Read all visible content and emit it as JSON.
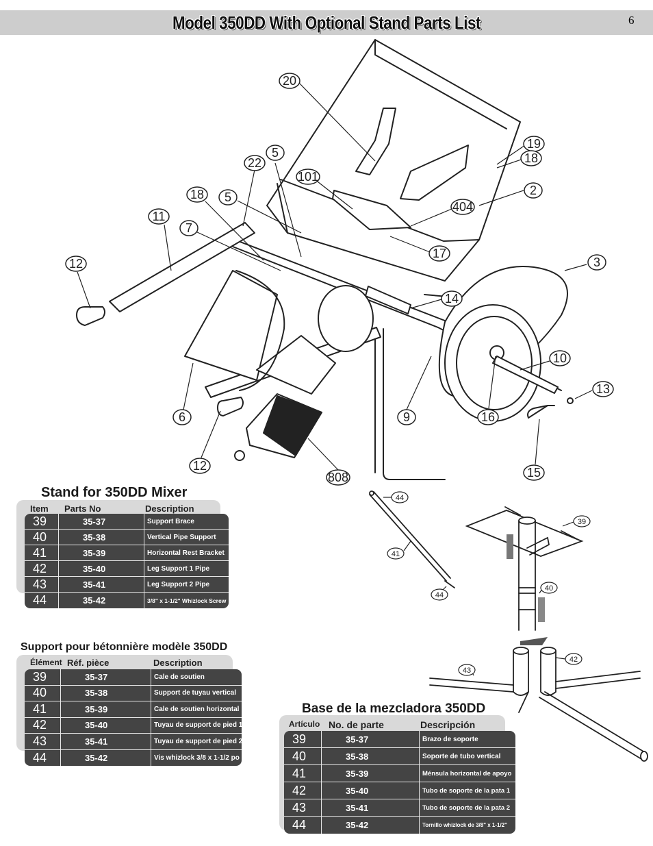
{
  "page": {
    "title": "Model 350DD With Optional Stand Parts List",
    "number": "6"
  },
  "diagram": {
    "callouts": [
      "20",
      "19",
      "18",
      "22",
      "5",
      "101",
      "2",
      "404",
      "18",
      "5",
      "11",
      "7",
      "17",
      "3",
      "12",
      "14",
      "10",
      "13",
      "6",
      "9",
      "16",
      "12",
      "15",
      "808"
    ],
    "stand_callouts": [
      "44",
      "39",
      "41",
      "40",
      "44",
      "43",
      "42"
    ]
  },
  "tables": {
    "english": {
      "heading": "Stand for 350DD Mixer",
      "headers": [
        "Item",
        "Parts No",
        "Description"
      ],
      "rows": [
        [
          "39",
          "35-37",
          "Support Brace"
        ],
        [
          "40",
          "35-38",
          "Vertical Pipe Support"
        ],
        [
          "41",
          "35-39",
          "Horizontal Rest Bracket"
        ],
        [
          "42",
          "35-40",
          "Leg Support 1 Pipe"
        ],
        [
          "43",
          "35-41",
          "Leg Support 2 Pipe"
        ],
        [
          "44",
          "35-42",
          "3/8\" x 1-1/2\" Whizlock Screw"
        ]
      ]
    },
    "french": {
      "heading": "Support pour bétonnière modèle 350DD",
      "headers": [
        "Élément",
        "Réf. pièce",
        "Description"
      ],
      "rows": [
        [
          "39",
          "35-37",
          "Cale de soutien"
        ],
        [
          "40",
          "35-38",
          "Support de tuyau vertical"
        ],
        [
          "41",
          "35-39",
          "Cale de soutien horizontal"
        ],
        [
          "42",
          "35-40",
          "Tuyau de support de pied 1"
        ],
        [
          "43",
          "35-41",
          "Tuyau de support de pied 2"
        ],
        [
          "44",
          "35-42",
          "Vis whizlock 3/8 x 1-1/2 po"
        ]
      ]
    },
    "spanish": {
      "heading": "Base de la mezcladora 350DD",
      "headers": [
        "Artículo",
        "No. de parte",
        "Descripción"
      ],
      "rows": [
        [
          "39",
          "35-37",
          "Brazo de soporte"
        ],
        [
          "40",
          "35-38",
          "Soporte de tubo vertical"
        ],
        [
          "41",
          "35-39",
          "Ménsula horizontal de apoyo"
        ],
        [
          "42",
          "35-40",
          "Tubo de soporte de la pata 1"
        ],
        [
          "43",
          "35-41",
          "Tubo de soporte de la pata 2"
        ],
        [
          "44",
          "35-42",
          "Tornillo whizlock de 3/8\" x 1-1/2\""
        ]
      ]
    }
  }
}
